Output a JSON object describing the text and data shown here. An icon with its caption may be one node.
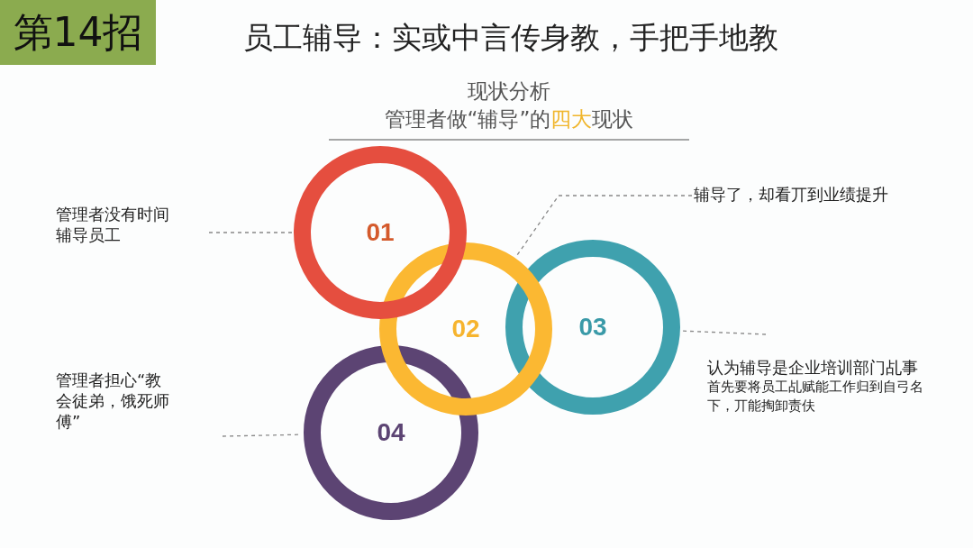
{
  "diagram": {
    "title": "员工辅导：实或中言传身教，手把手地教",
    "nodes": [
      {
        "text": [
          "第14招"
        ]
      },
      {
        "text": [
          "管理者没有时间辅导员工"
        ]
      },
      {
        "text": [
          "01"
        ]
      },
      {
        "text": [
          "辅导了，却看丌到业绩提升"
        ]
      },
      {
        "text": [
          "02"
        ]
      },
      {
        "text": [
          "03"
        ]
      },
      {
        "text": [
          "认为辅导是企业培训部门乩事",
          "首先要将员工乩赋能工作归到自弓名下，丌能掏卸责伕"
        ]
      },
      {
        "text": [
          "管理者担心“教会徒弟，饿死师傅”"
        ]
      },
      {
        "text": [
          "04"
        ]
      }
    ],
    "edges": [
      {
        "from": 1,
        "to": 2,
        "arrow": "none",
        "style": "dashed"
      },
      {
        "from": 3,
        "to": 4,
        "arrow": "none",
        "style": "dashed"
      },
      {
        "from": 6,
        "to": 5,
        "arrow": "none",
        "style": "dashed"
      },
      {
        "from": 7,
        "to": 8,
        "arrow": "none",
        "style": "dashed"
      }
    ],
    "labels": [
      "现状分析",
      "管理者做“辅导”的**四大**现状"
    ]
  }
}
